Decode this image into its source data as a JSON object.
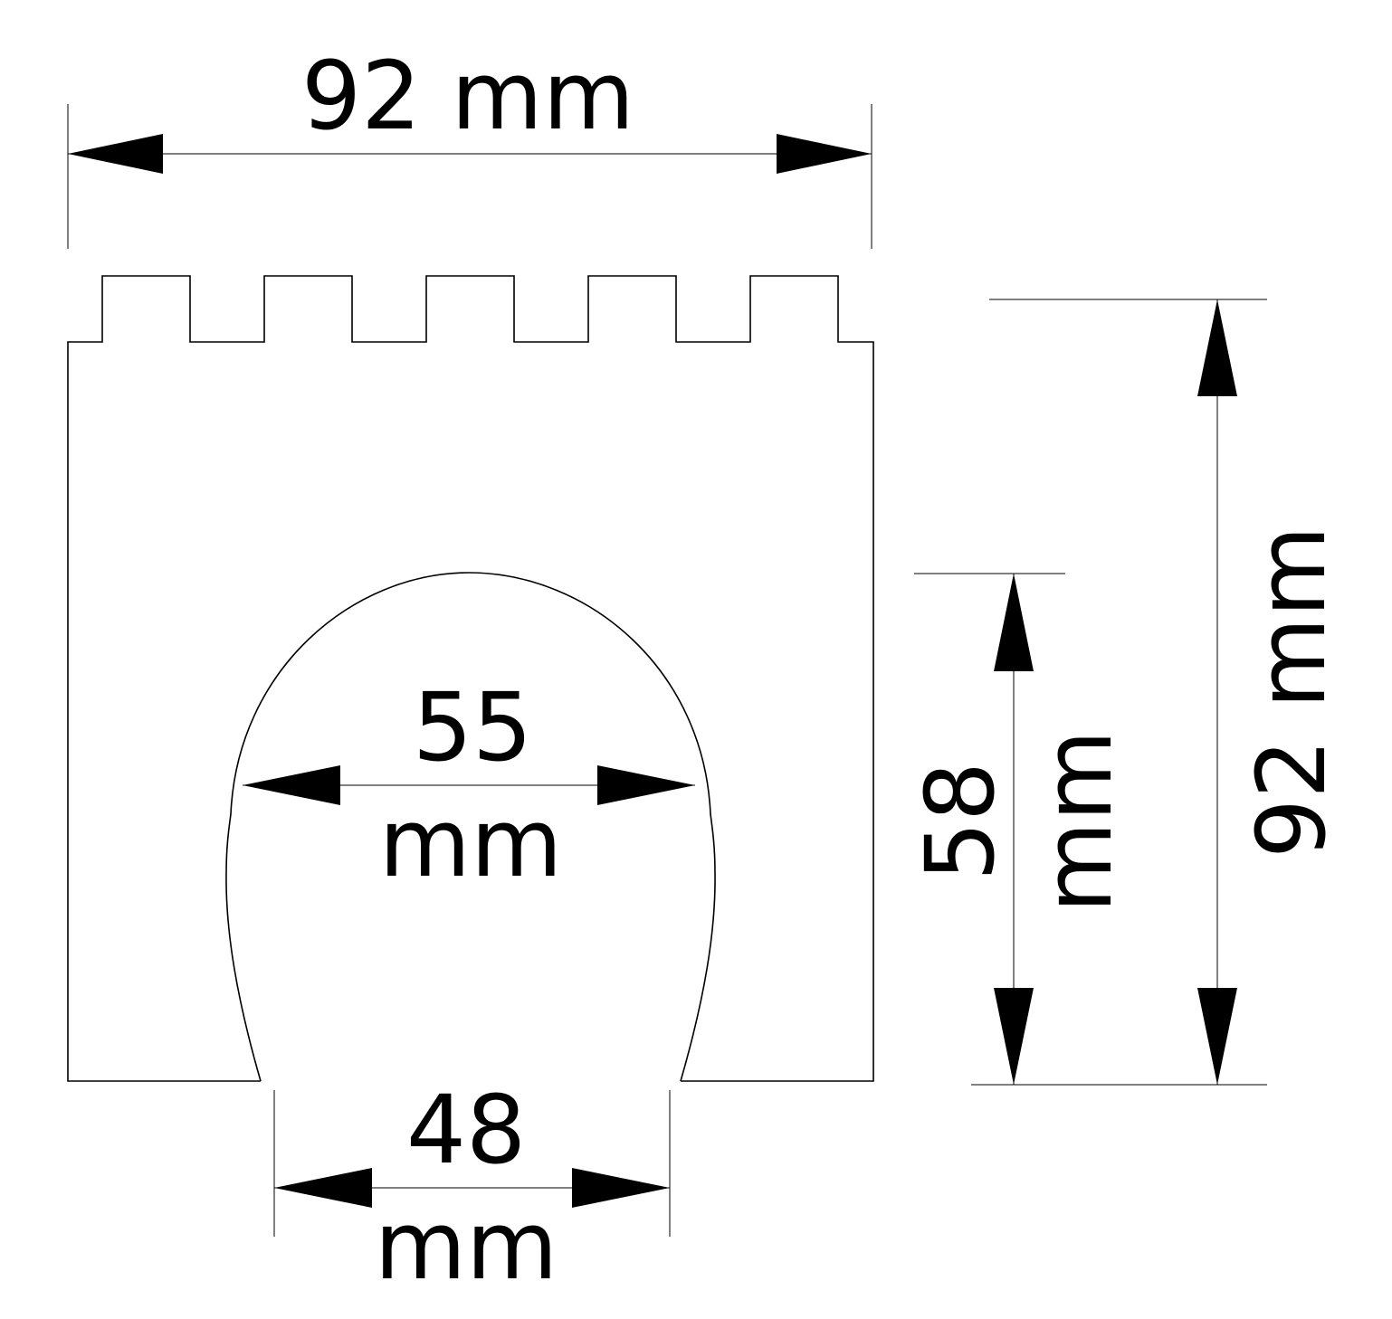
{
  "diagram": {
    "overall_width": {
      "value": "92",
      "unit": "mm",
      "label": "92 mm"
    },
    "overall_height": {
      "value": "92",
      "unit": "mm",
      "label": "92 mm"
    },
    "arch_width": {
      "value": "55",
      "unit": "mm"
    },
    "arch_base_width": {
      "value": "48",
      "unit": "mm"
    },
    "arch_height": {
      "value": "58",
      "unit": "mm"
    },
    "line_color": "#000000",
    "background_color": "#ffffff"
  }
}
